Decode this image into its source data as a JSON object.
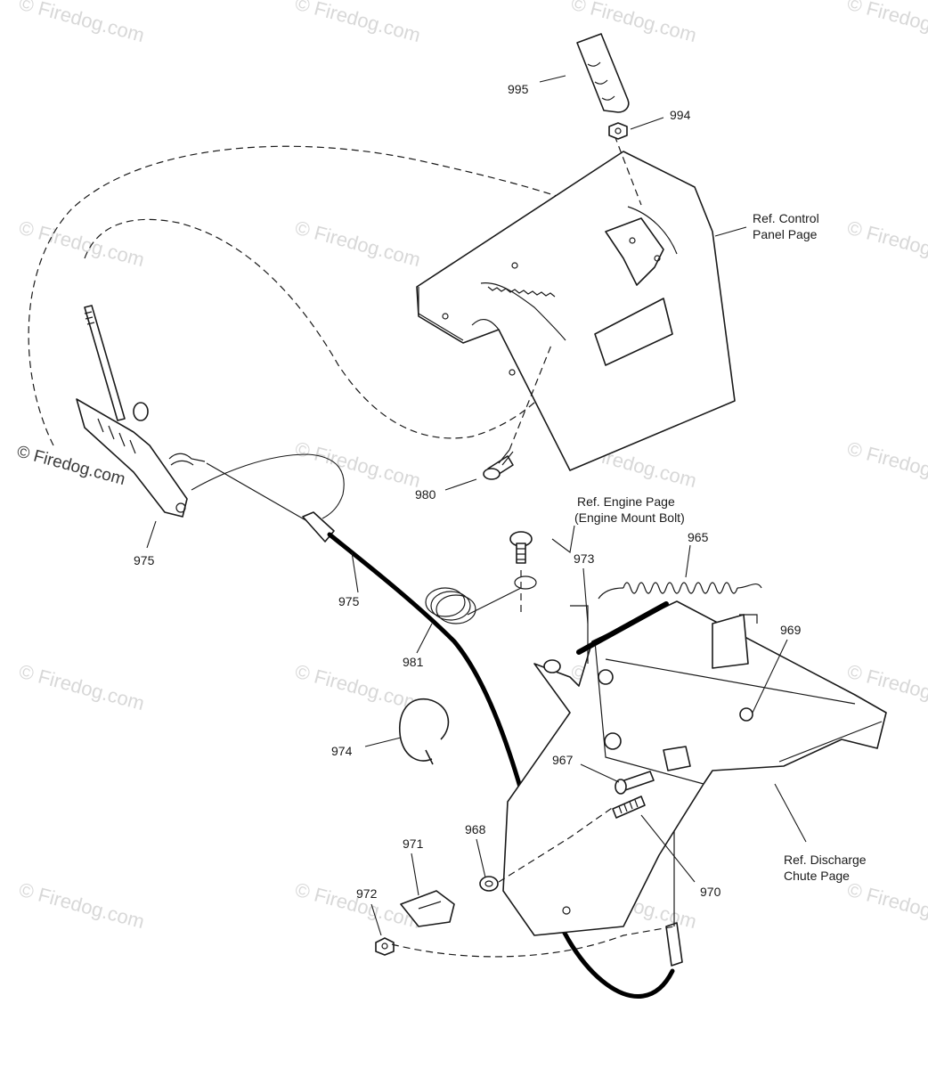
{
  "watermark": {
    "text": "Firedog.com",
    "symbol": "©",
    "copyright_text": "© Firedog.com"
  },
  "part_labels": [
    "995",
    "994",
    "980",
    "975",
    "975",
    "981",
    "974",
    "973",
    "965",
    "969",
    "967",
    "968",
    "971",
    "972",
    "970"
  ],
  "references": {
    "control_panel": [
      "Ref. Control",
      "Panel Page"
    ],
    "engine": [
      "Ref. Engine Page",
      "(Engine Mount Bolt)"
    ],
    "discharge_chute": [
      "Ref. Discharge",
      "Chute Page"
    ]
  },
  "colors": {
    "ink": "#1a1a1a",
    "watermark": "#d8d8d8",
    "background": "#ffffff"
  }
}
